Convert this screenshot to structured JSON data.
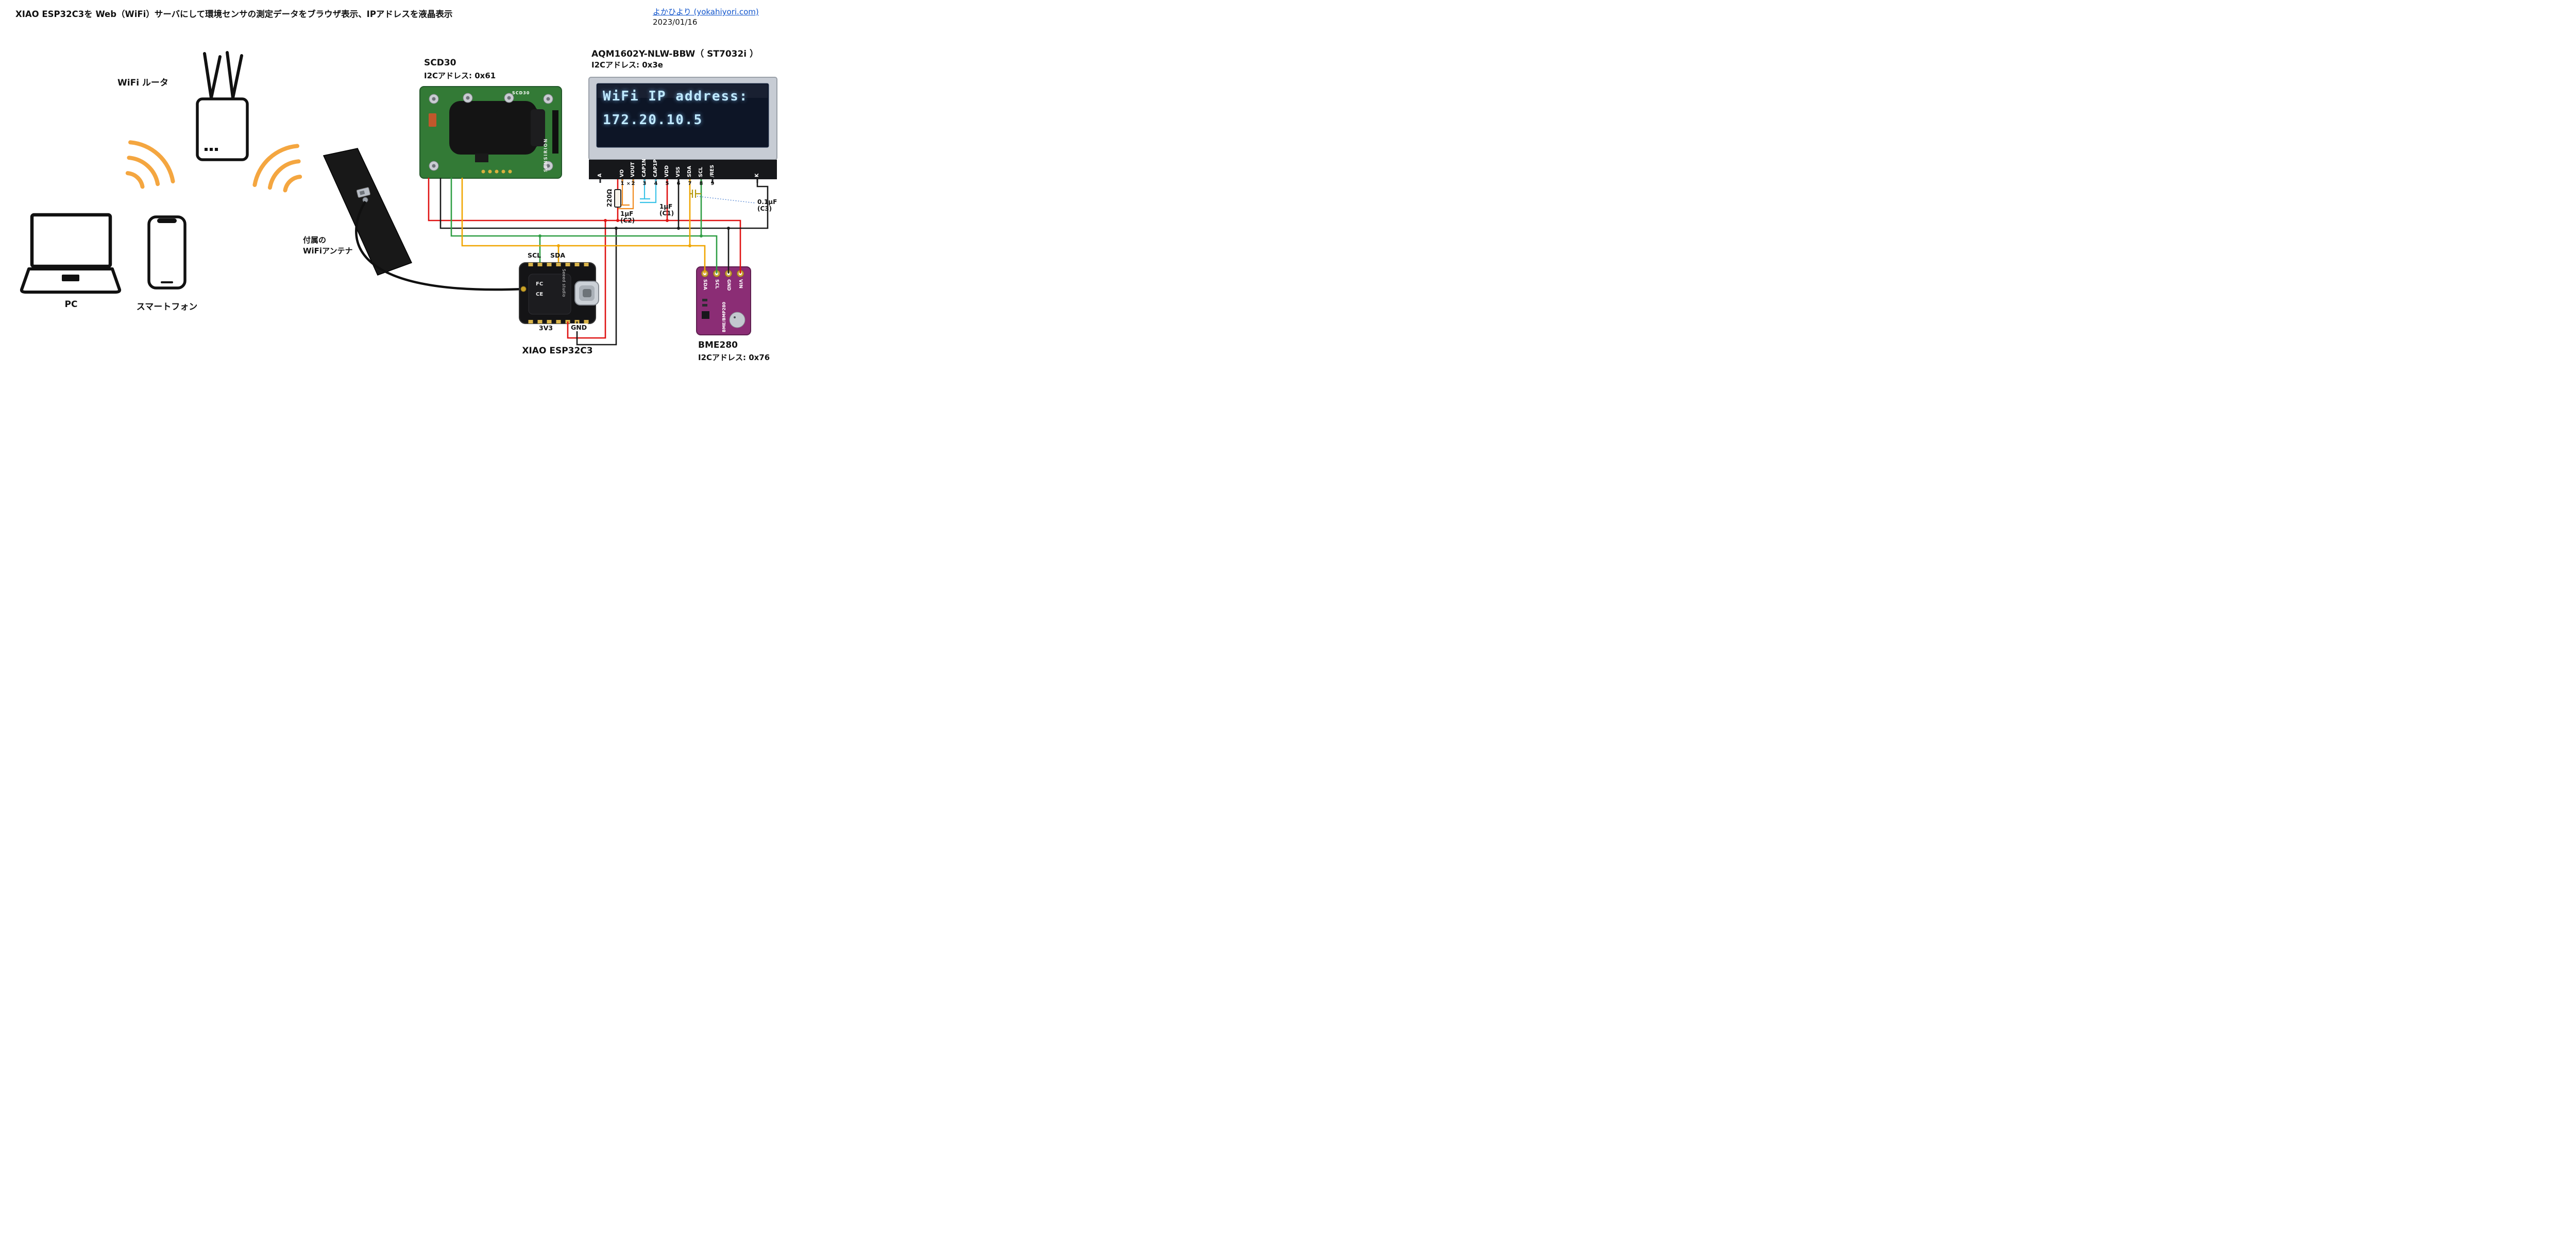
{
  "header": {
    "title": "XIAO ESP32C3を Web（WiFi）サーバにして環境センサの測定データをブラウザ表示、IPアドレスを液晶表示",
    "site_link": "よかひより (yokahiyori.com)",
    "date": "2023/01/16"
  },
  "colors": {
    "wire_power": "#df1212",
    "wire_gnd": "#1a1a1a",
    "wire_scl": "#2f9e44",
    "wire_sda": "#f0a500",
    "cap_c1": "#3bc3e8",
    "cap_c2": "#f08a1d",
    "cap_c3": "#b49a10",
    "wave": "#f4a640",
    "link": "#1155cc",
    "lcd_glow": "#bfe9ff",
    "board_scd30": "#337a36",
    "board_bme280": "#8b2d75"
  },
  "network": {
    "router_label": "WiFi ルータ",
    "pc_label": "PC",
    "phone_label": "スマートフォン"
  },
  "antenna": {
    "label_line1": "付属の",
    "label_line2": "WiFiアンテナ"
  },
  "scd30": {
    "name": "SCD30",
    "i2c_address": "I2Cアドレス: 0x61",
    "brand": "SENSIRION",
    "silk": "SCD30"
  },
  "lcd": {
    "name": "AQM1602Y-NLW-BBW（ ST7032i ）",
    "i2c_address": "I2Cアドレス: 0x3e",
    "screen_line1": "WiFi IP address:",
    "screen_line2": "172.20.10.5",
    "pins": [
      "A",
      "VO",
      "VOUT",
      "CAP1N",
      "CAP1P",
      "VDD",
      "VSS",
      "SDA",
      "SCL",
      "/RES",
      "K"
    ],
    "pin_numbers": [
      "1",
      "2",
      "3",
      "4",
      "5",
      "6",
      "7",
      "8",
      "9"
    ],
    "pin_note_mark": "×"
  },
  "xiao": {
    "name": "XIAO ESP32C3",
    "brand": "Seeed studio",
    "fcc_mark": "FC",
    "ce_mark": "CE",
    "pin_scl": "SCL",
    "pin_sda": "SDA",
    "pin_3v3": "3V3",
    "pin_gnd": "GND"
  },
  "bme280": {
    "name": "BME280",
    "i2c_address": "I2Cアドレス: 0x76",
    "silk": "BME/BMP280",
    "pins": [
      "SDA",
      "SCL",
      "GND",
      "VIN"
    ]
  },
  "components": {
    "resistor": "220Ω",
    "c2_value": "1µF",
    "c2_ref": "(C2)",
    "c1_value": "1µF",
    "c1_ref": "(C1)",
    "c3_value": "0.1µF",
    "c3_ref": "(C3)"
  }
}
